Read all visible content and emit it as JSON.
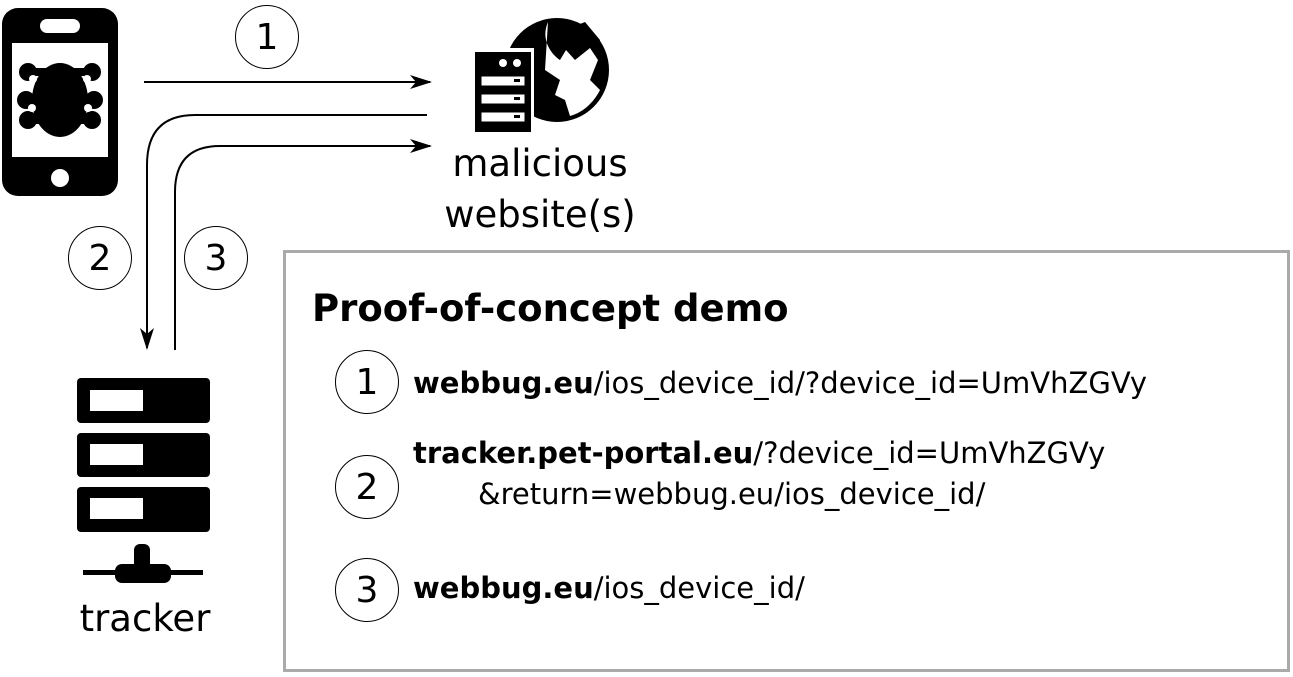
{
  "nodes": {
    "phone_icon": "phone-with-bug-icon",
    "website_icon": "server-globe-icon",
    "tracker_icon": "server-network-icon",
    "website_label_line1": "malicious",
    "website_label_line2": "website(s)",
    "tracker_label": "tracker"
  },
  "flow_steps": [
    "1",
    "2",
    "3"
  ],
  "demo": {
    "title": "Proof-of-concept demo",
    "steps": [
      {
        "number": "1",
        "host": "webbug.eu",
        "path": "/ios_device_id/?device_id=UmVhZGVy"
      },
      {
        "number": "2",
        "host": "tracker.pet-portal.eu",
        "path": "/?device_id=UmVhZGVy",
        "continuation": "&return=webbug.eu/ios_device_id/"
      },
      {
        "number": "3",
        "host": "webbug.eu",
        "path": "/ios_device_id/"
      }
    ]
  },
  "colors": {
    "border": "#aaaaaa",
    "ink": "#000000"
  }
}
